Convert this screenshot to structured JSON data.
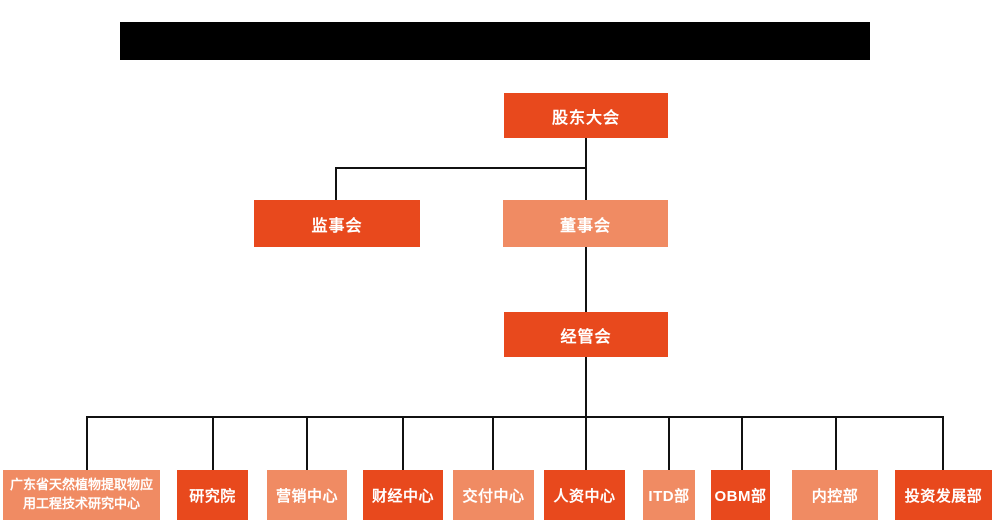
{
  "colors": {
    "node_primary": "#e8491d",
    "node_secondary": "#f08b63",
    "connector_line": "#111111",
    "node_text": "#ffffff",
    "background": "#ffffff",
    "header_bar": "#000000"
  },
  "header": {
    "type": "redacted-black-bar",
    "text": ""
  },
  "org_chart": {
    "nodes": [
      {
        "id": "shareholders-meeting",
        "label": "股东大会",
        "level": 1,
        "variant": "primary"
      },
      {
        "id": "supervisory-board",
        "label": "监事会",
        "level": 2,
        "variant": "primary"
      },
      {
        "id": "board-of-directors",
        "label": "董事会",
        "level": 2,
        "variant": "secondary"
      },
      {
        "id": "management-committee",
        "label": "经管会",
        "level": 3,
        "variant": "primary"
      },
      {
        "id": "gd-natural-plant-extract-research-center",
        "label": "广东省天然植物提取物应用工程技术研究中心",
        "level": 4,
        "variant": "secondary"
      },
      {
        "id": "research-institute",
        "label": "研究院",
        "level": 4,
        "variant": "primary"
      },
      {
        "id": "marketing-center",
        "label": "营销中心",
        "level": 4,
        "variant": "secondary"
      },
      {
        "id": "finance-center",
        "label": "财经中心",
        "level": 4,
        "variant": "primary"
      },
      {
        "id": "delivery-center",
        "label": "交付中心",
        "level": 4,
        "variant": "secondary"
      },
      {
        "id": "hr-center",
        "label": "人资中心",
        "level": 4,
        "variant": "primary"
      },
      {
        "id": "itd-dept",
        "label": "ITD部",
        "level": 4,
        "variant": "secondary"
      },
      {
        "id": "obm-dept",
        "label": "OBM部",
        "level": 4,
        "variant": "primary"
      },
      {
        "id": "internal-control-dept",
        "label": "内控部",
        "level": 4,
        "variant": "secondary"
      },
      {
        "id": "investment-development-dept",
        "label": "投资发展部",
        "level": 4,
        "variant": "primary"
      }
    ]
  }
}
